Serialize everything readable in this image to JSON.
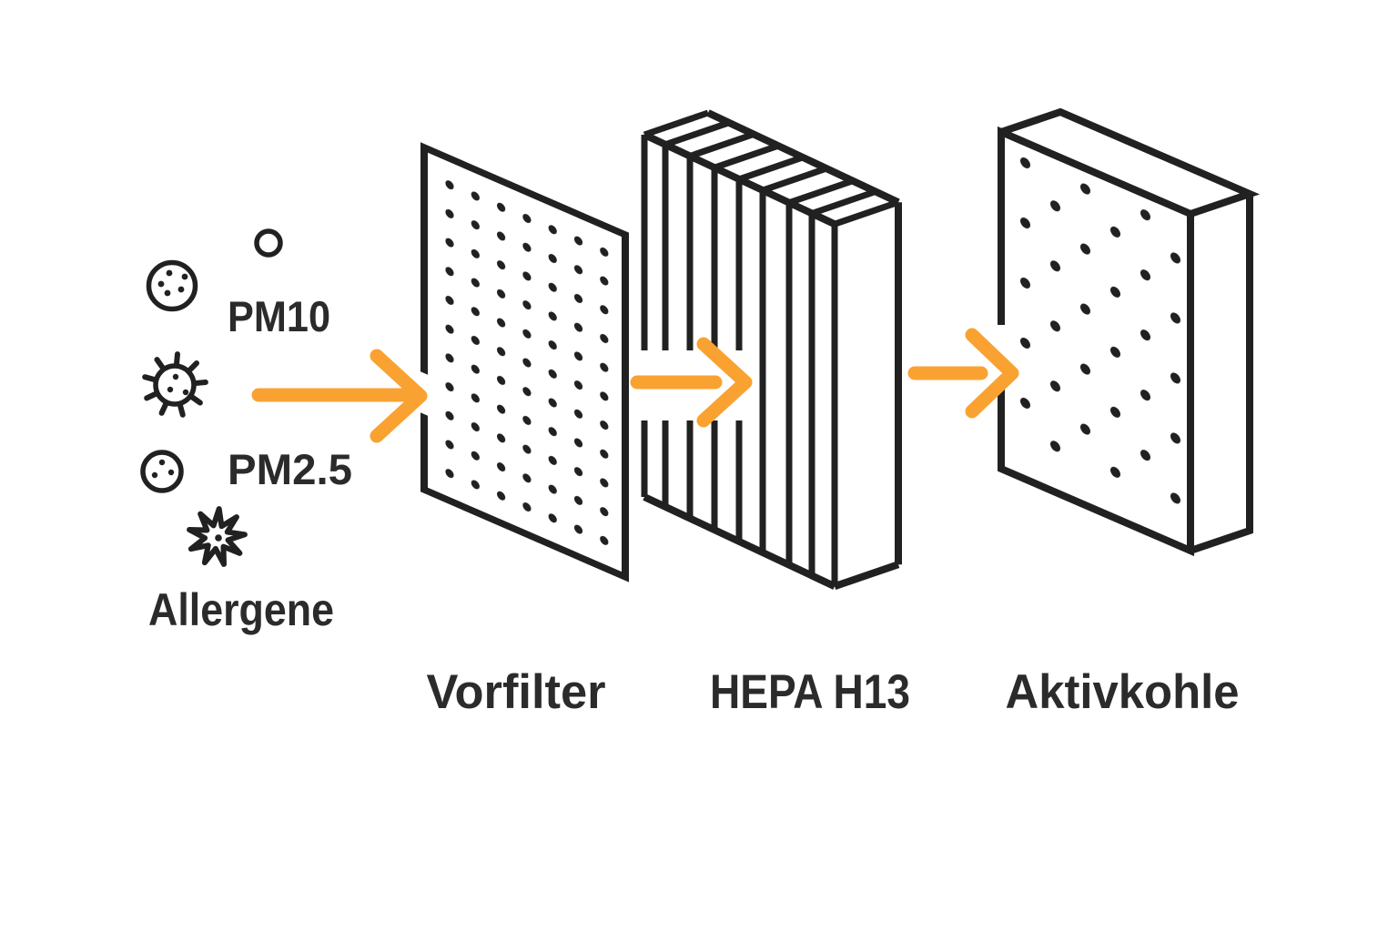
{
  "colors": {
    "background": "#FFFFFF",
    "ink": "#212121",
    "text": "#2B2B2B",
    "accent": "#F9A232"
  },
  "pollutants": {
    "pm10": {
      "label": "PM10"
    },
    "pm25": {
      "label": "PM2.5"
    },
    "allergens": {
      "label": "Allergene"
    }
  },
  "stages": {
    "prefilter": {
      "label": "Vorfilter"
    },
    "hepa": {
      "label": "HEPA H13"
    },
    "carbon": {
      "label": "Aktivkohle"
    }
  },
  "icons": {
    "small_particle": "circle-outline",
    "pm10_particle": "dotted-circle",
    "virus": "spiked-circle",
    "pm25_particle": "dotted-circle-small",
    "allergen": "star-burst",
    "flow_arrow": "right-arrow-chevron"
  }
}
